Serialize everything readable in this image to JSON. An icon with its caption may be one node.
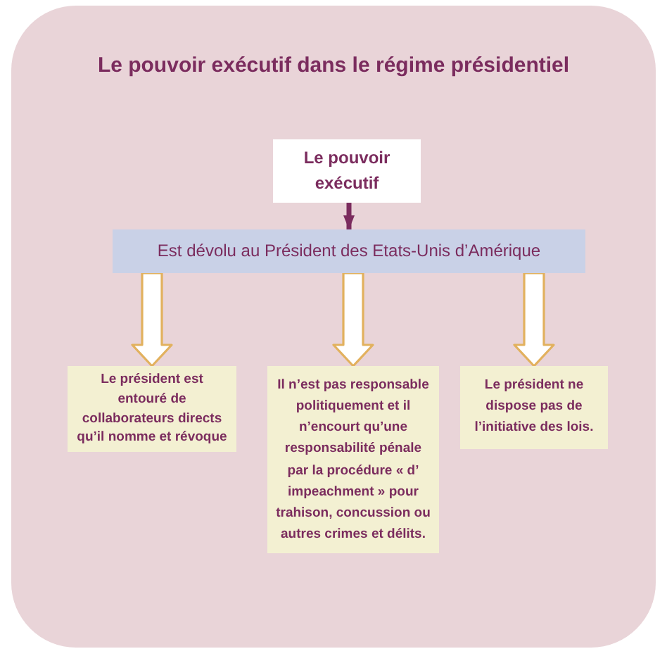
{
  "diagram": {
    "title": "Le pouvoir exécutif dans le régime présidentiel",
    "nodes": [
      {
        "text": [
          "Le pouvoir exécutif"
        ]
      },
      {
        "text": [
          "Est dévolu au Président des Etats-Unis d’Amérique"
        ]
      },
      {
        "text": [
          "Le président est entouré de collaborateurs directs qu’il nomme et révoque"
        ]
      },
      {
        "text": [
          "Il n’est pas responsable politiquement et il n’encourt qu’une responsabilité pénale par la procédure « d’ impeachment » pour trahison, concussion ou autres crimes et délits."
        ]
      },
      {
        "text": [
          "Le président ne dispose pas de l’initiative des lois."
        ]
      }
    ],
    "edges": [
      {
        "from": 0,
        "to": 1,
        "arrow": "to",
        "color": "#7b2c5e"
      },
      {
        "from": 1,
        "to": 2,
        "arrow": "to",
        "style": "thick"
      },
      {
        "from": 1,
        "to": 3,
        "arrow": "to",
        "style": "thick"
      },
      {
        "from": 1,
        "to": 4,
        "arrow": "to",
        "style": "thick"
      }
    ]
  }
}
